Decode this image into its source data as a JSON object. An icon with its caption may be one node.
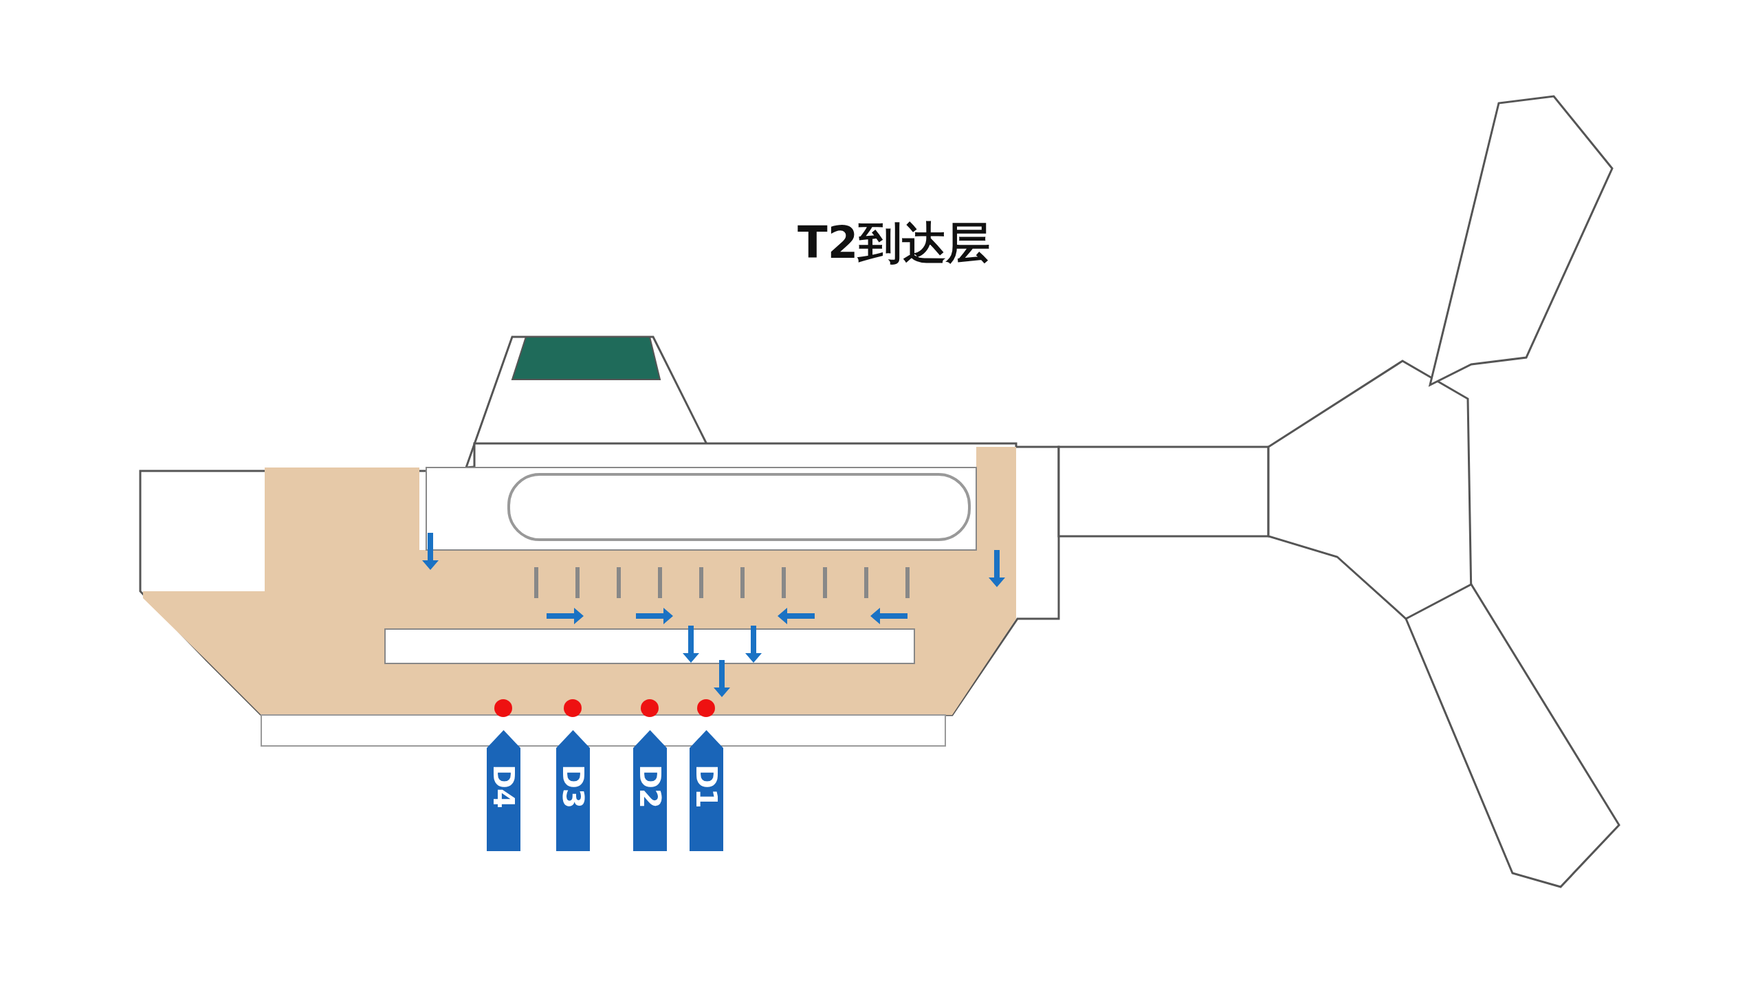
{
  "diagram": {
    "title": "T2到达层",
    "nodes": [
      {
        "text": [],
        "shape": "circle"
      },
      {
        "text": [],
        "shape": "circle"
      },
      {
        "text": [],
        "shape": "circle"
      },
      {
        "text": [],
        "shape": "circle"
      },
      {
        "text": [
          "D4"
        ]
      },
      {
        "text": [
          "D3"
        ]
      },
      {
        "text": [
          "D2"
        ]
      },
      {
        "text": [
          "D1"
        ]
      }
    ]
  }
}
